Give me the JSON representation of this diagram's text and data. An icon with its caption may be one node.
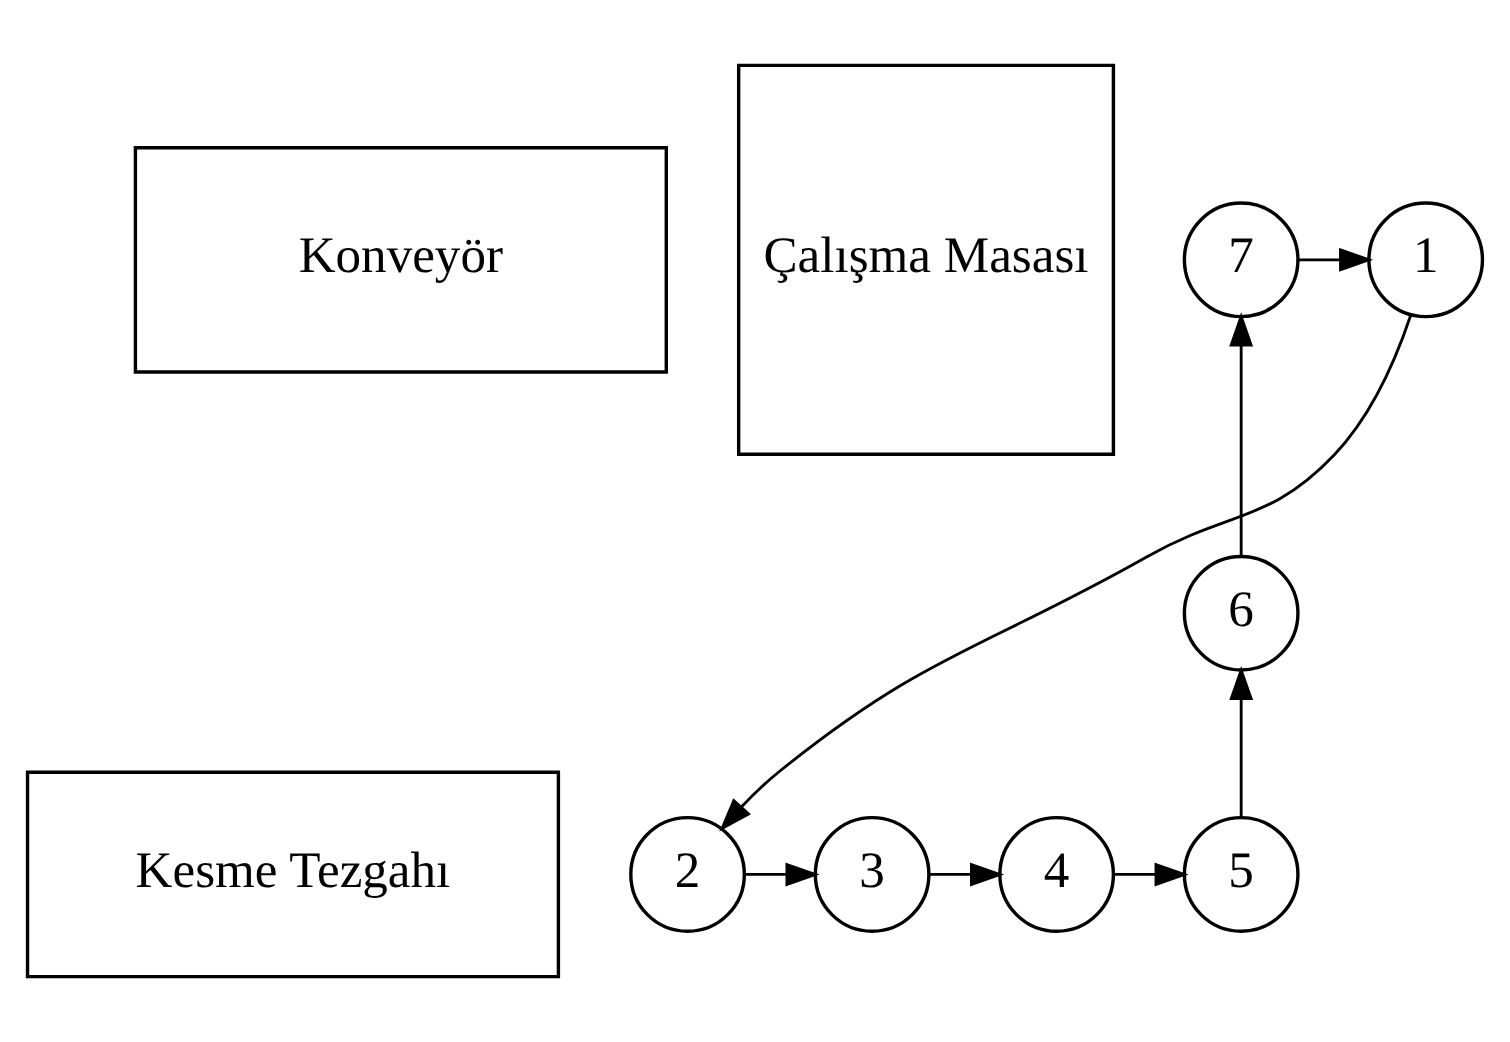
{
  "diagram": {
    "nodes": [
      {
        "text": [
          "Konveyör"
        ]
      },
      {
        "text": [
          "Çalışma Masası"
        ]
      },
      {
        "text": [
          "Kesme Tezgahı"
        ]
      },
      {
        "text": [
          "1"
        ]
      },
      {
        "text": [
          "2"
        ]
      },
      {
        "text": [
          "3"
        ]
      },
      {
        "text": [
          "4"
        ]
      },
      {
        "text": [
          "5"
        ]
      },
      {
        "text": [
          "6"
        ]
      },
      {
        "text": [
          "7"
        ]
      }
    ],
    "edges": [
      {
        "from": 3,
        "to": 4,
        "arrow": "to"
      },
      {
        "from": 4,
        "to": 5,
        "arrow": "to"
      },
      {
        "from": 5,
        "to": 6,
        "arrow": "to"
      },
      {
        "from": 6,
        "to": 7,
        "arrow": "to"
      },
      {
        "from": 7,
        "to": 8,
        "arrow": "to"
      },
      {
        "from": 8,
        "to": 9,
        "arrow": "to"
      },
      {
        "from": 9,
        "to": 3,
        "arrow": "to"
      }
    ]
  }
}
